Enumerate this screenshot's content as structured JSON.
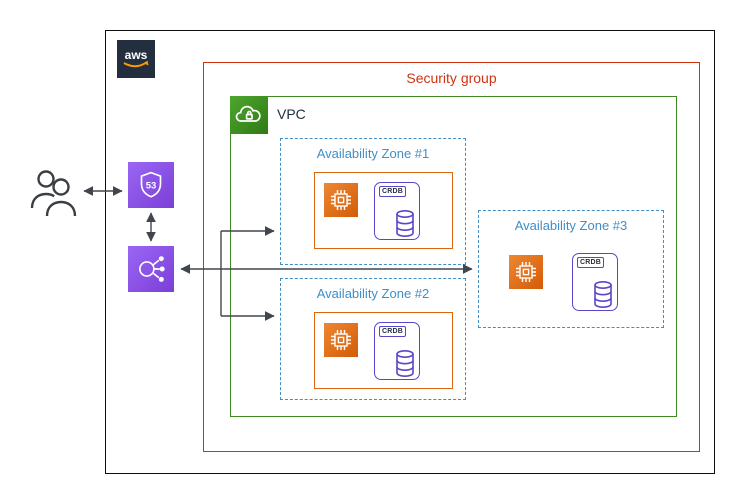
{
  "labels": {
    "aws_logo": "aws",
    "security_group": "Security group",
    "vpc": "VPC",
    "crdb": "CRDB",
    "route53": "53"
  },
  "zones": [
    {
      "label": "Availability Zone #1"
    },
    {
      "label": "Availability Zone #2"
    },
    {
      "label": "Availability Zone #3"
    }
  ],
  "icons": {
    "aws_logo": "aws-logo",
    "users": "users-icon",
    "route53": "route53-shield-icon",
    "load_balancer": "load-balancer-icon",
    "vpc": "vpc-cloud-icon",
    "ec2": "ec2-instance-icon",
    "crdb": "crdb-database-icon"
  },
  "colors": {
    "security_group_red": "#d13212",
    "vpc_green": "#3f8624",
    "availability_zone_blue": "#3f8ec7",
    "ec2_orange": "#d86613",
    "crdb_purple": "#5a46c8",
    "route53_purple": "#8c4fff",
    "aws_navy": "#232f3e",
    "connector_gray": "#41464c"
  }
}
